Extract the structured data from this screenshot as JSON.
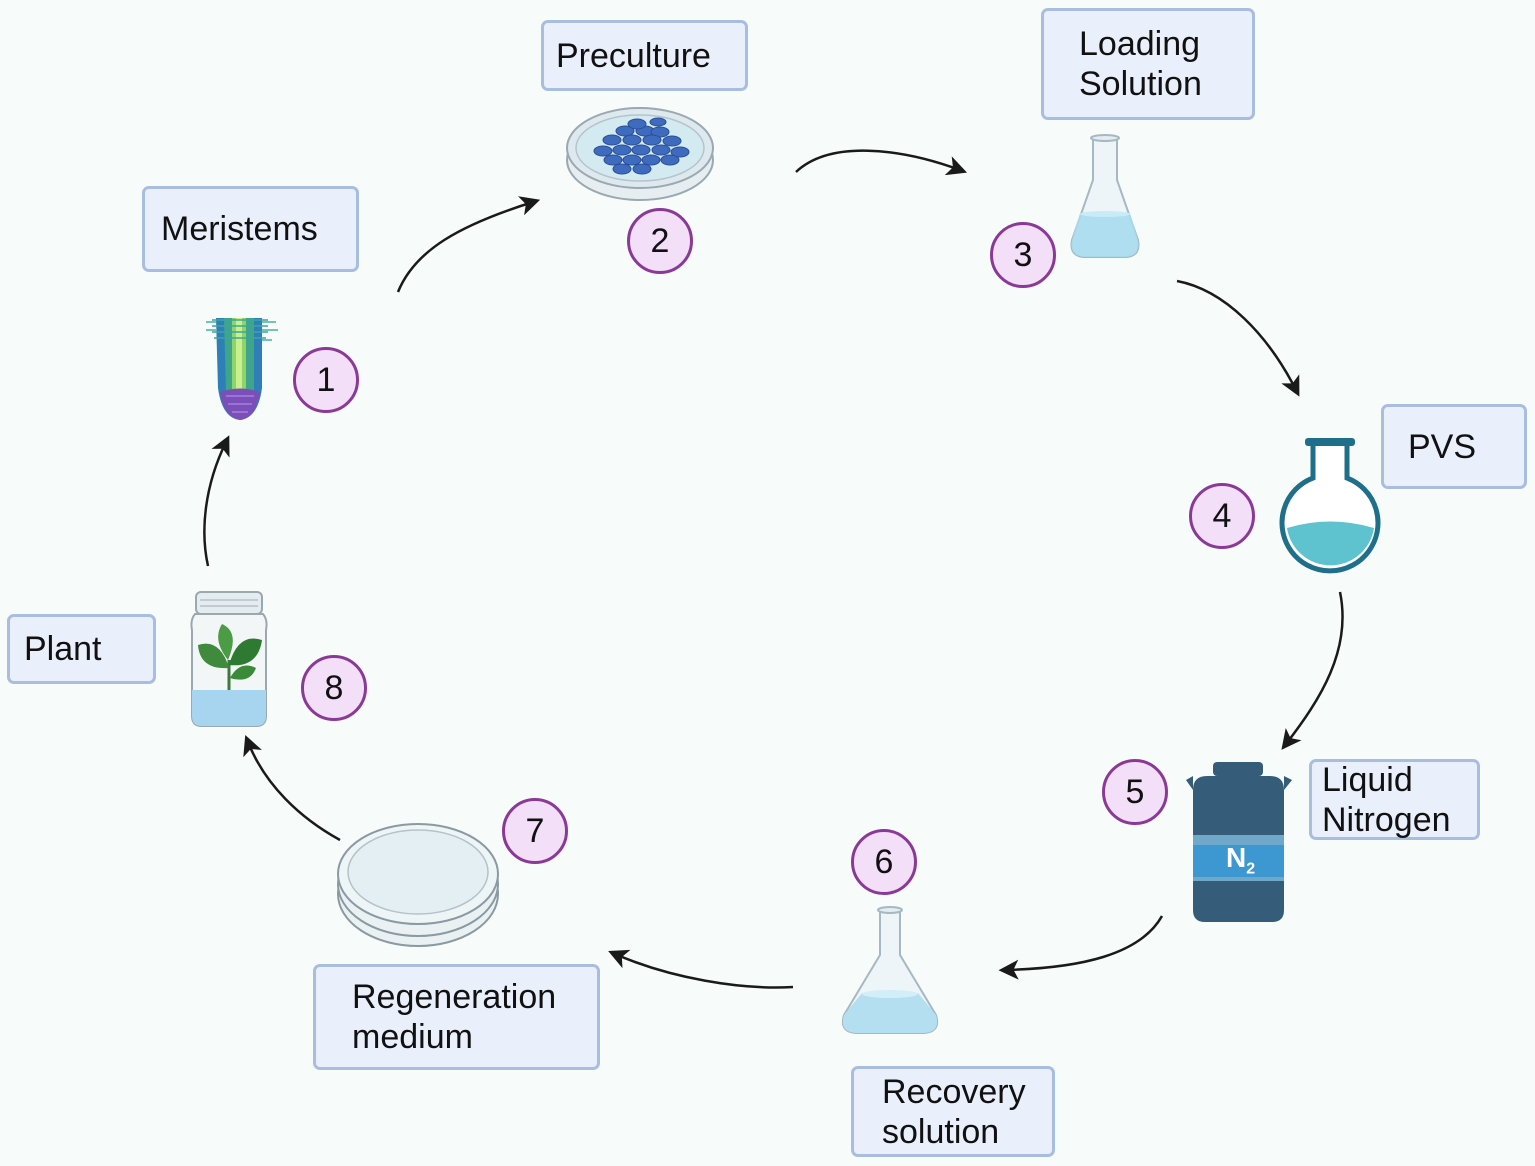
{
  "steps": [
    {
      "number": "1",
      "label": "Meristems"
    },
    {
      "number": "2",
      "label": "Preculture"
    },
    {
      "number": "3",
      "label": "Loading\nSolution"
    },
    {
      "number": "4",
      "label": "PVS"
    },
    {
      "number": "5",
      "label": "Liquid\nNitrogen"
    },
    {
      "number": "6",
      "label": "Recovery\nsolution"
    },
    {
      "number": "7",
      "label": "Regeneration\nmedium"
    },
    {
      "number": "8",
      "label": "Plant"
    }
  ],
  "icons": [
    "root-meristem-icon",
    "petri-dish-with-explants-icon",
    "erlenmeyer-flask-icon",
    "round-bottom-flask-icon",
    "liquid-nitrogen-dewar-icon",
    "erlenmeyer-flask-icon",
    "petri-dish-icon",
    "culture-jar-with-plant-icon"
  ],
  "dewar_text": {
    "element": "N",
    "subscript": "2"
  },
  "colors": {
    "box_fill": "#eaf0fb",
    "box_border": "#a9bde0",
    "circle_fill": "#f3dff7",
    "circle_border": "#8a3a96",
    "dewar": "#355d79",
    "dewar_band": "#3d98d2",
    "liquid": "#5ec2cf"
  }
}
